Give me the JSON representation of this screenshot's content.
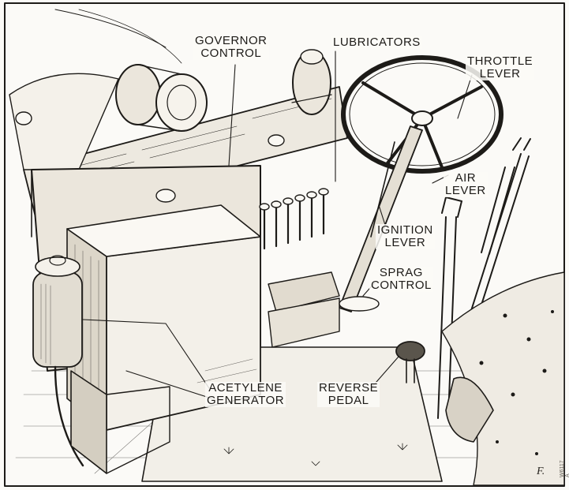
{
  "figure": {
    "description_subject": "early automobile dashboard and controls illustration"
  },
  "labels": {
    "governor": {
      "line1": "GOVERNOR",
      "line2": "CONTROL"
    },
    "lubricators": {
      "line1": "LUBRICATORS"
    },
    "throttle": {
      "line1": "THROTTLE",
      "line2": "LEVER"
    },
    "air": {
      "line1": "AIR",
      "line2": "LEVER"
    },
    "ignition": {
      "line1": "IGNITION",
      "line2": "LEVER"
    },
    "sprag": {
      "line1": "SPRAG",
      "line2": "CONTROL"
    },
    "acetylene": {
      "line1": "ACETYLENE",
      "line2": "GENERATOR"
    },
    "reverse": {
      "line1": "REVERSE",
      "line2": "PEDAL"
    }
  },
  "artist_mark": "F.",
  "edge_stamp": "W6117 A"
}
